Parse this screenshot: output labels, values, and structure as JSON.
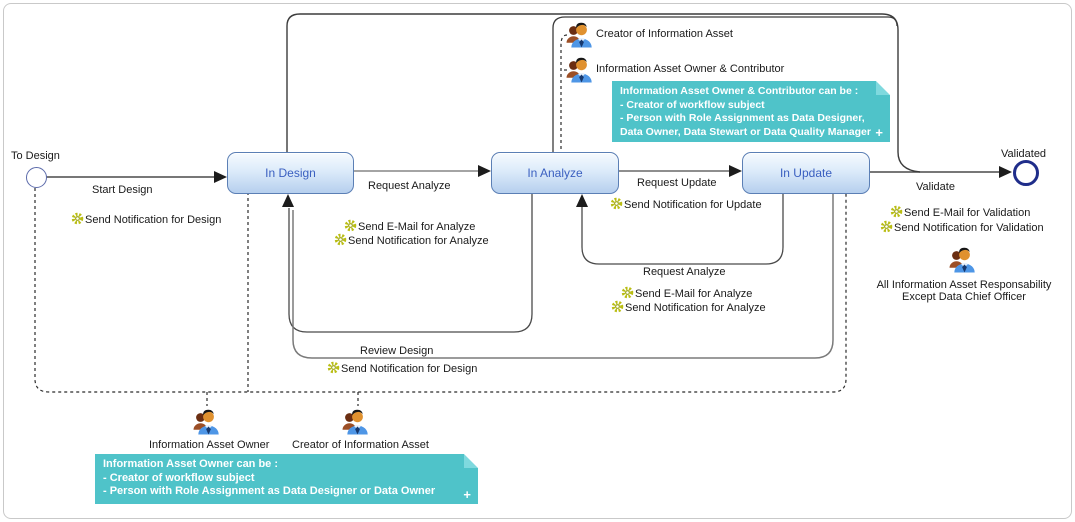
{
  "nodes": {
    "start": "To Design",
    "end": "Validated",
    "states": [
      {
        "label": "In Design"
      },
      {
        "label": "In Analyze"
      },
      {
        "label": "In Update"
      }
    ]
  },
  "transitions": {
    "start_design": {
      "label": "Start Design",
      "n1": "Send Notification for Design"
    },
    "request_analyze": {
      "label": "Request Analyze",
      "n1": "Send E-Mail for Analyze",
      "n2": "Send Notification for Analyze"
    },
    "request_update": {
      "label": "Request Update",
      "n1": "Send Notification for Update"
    },
    "validate": {
      "label": "Validate",
      "n1": "Send E-Mail for Validation",
      "n2": "Send Notification for Validation"
    },
    "request_analyze_back": {
      "label": "Request Analyze",
      "n1": "Send E-Mail for Analyze",
      "n2": "Send Notification for Analyze"
    },
    "review_design": {
      "label": "Review Design",
      "n1": "Send Notification for Design"
    }
  },
  "actors": {
    "creator_top": "Creator of Information Asset",
    "owner_contributor": "Information Asset Owner & Contributor",
    "owner": "Information Asset Owner",
    "creator_bottom": "Creator of Information Asset",
    "all_responsibility": {
      "line1": "All Information Asset Responsability",
      "line2": "Except Data Chief Officer"
    }
  },
  "notes": {
    "owner_contributor": {
      "line1": "Information Asset Owner & Contributor can be :",
      "line2": "- Creator of workflow subject",
      "line3": "- Person with Role Assignment as Data Designer,",
      "line4": "Data Owner, Data Stewart or Data Quality Manager",
      "expand": "+"
    },
    "owner": {
      "line1": "Information Asset Owner can be :",
      "line2": "- Creator of workflow subject",
      "line3": "- Person with Role Assignment as Data Designer or Data Owner",
      "expand": "+"
    }
  },
  "colors": {
    "note_background": "#4fc3c9",
    "state_border": "#5b7fb5",
    "state_text": "#3a5fc0",
    "state_fill_top": "#f6fafe",
    "state_fill_bottom": "#b6cfee",
    "end_node_ring": "#1f2d8a",
    "gear": "#b9bd13",
    "frame_border": "#c9c9c9",
    "edge": "#4a4a4a"
  }
}
